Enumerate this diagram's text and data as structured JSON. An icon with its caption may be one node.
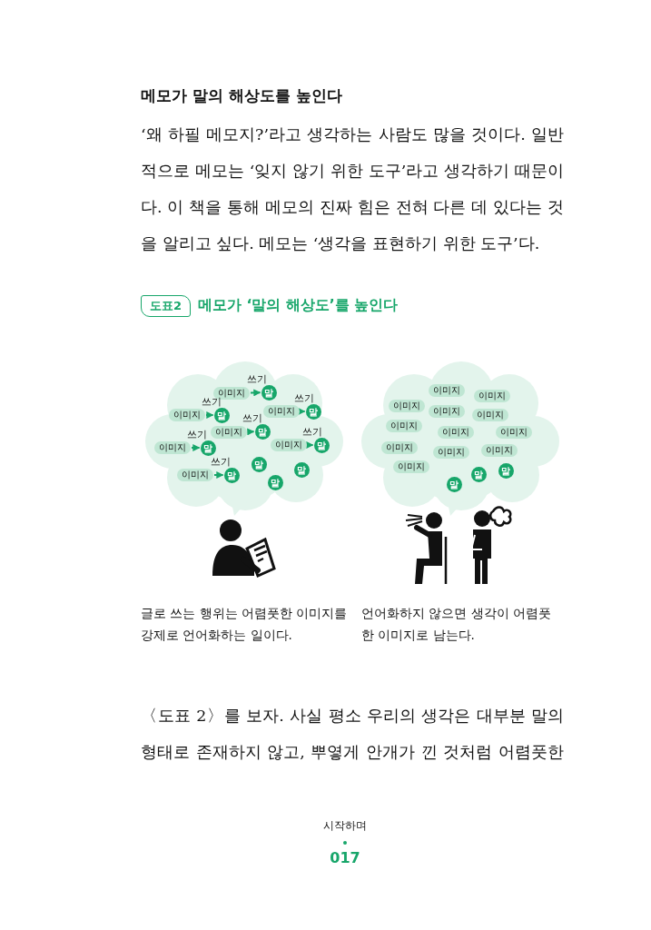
{
  "diagram": {
    "title": "메모가 말의 해상도를 높인다",
    "nodes": [
      {
        "text": [],
        "shape": "cloud"
      },
      {
        "text": [
          "이미지"
        ],
        "in": 0
      },
      {
        "text": [
          "말"
        ],
        "in": 0
      },
      {
        "text": [
          "이미지"
        ],
        "in": 0
      },
      {
        "text": [
          "말"
        ],
        "in": 0
      },
      {
        "text": [
          "이미지"
        ],
        "in": 0
      },
      {
        "text": [
          "말"
        ],
        "in": 0
      },
      {
        "text": [
          "이미지"
        ],
        "in": 0
      },
      {
        "text": [
          "말"
        ],
        "in": 0
      },
      {
        "text": [
          "이미지"
        ],
        "in": 0
      },
      {
        "text": [
          "말"
        ],
        "in": 0
      },
      {
        "text": [
          "이미지"
        ],
        "in": 0
      },
      {
        "text": [
          "말"
        ],
        "in": 0
      },
      {
        "text": [
          "이미지"
        ],
        "in": 0
      },
      {
        "text": [
          "말"
        ],
        "in": 0
      },
      {
        "text": [
          "말"
        ],
        "in": 0
      },
      {
        "text": [
          "말"
        ],
        "in": 0
      },
      {
        "text": [
          "말"
        ],
        "in": 0
      },
      {
        "text": [],
        "shape": "cloud"
      },
      {
        "text": [
          "이미지"
        ],
        "in": 18
      },
      {
        "text": [
          "이미지"
        ],
        "in": 18
      },
      {
        "text": [
          "이미지"
        ],
        "in": 18
      },
      {
        "text": [
          "이미지"
        ],
        "in": 18
      },
      {
        "text": [
          "이미지"
        ],
        "in": 18
      },
      {
        "text": [
          "이미지"
        ],
        "in": 18
      },
      {
        "text": [
          "이미지"
        ],
        "in": 18
      },
      {
        "text": [
          "이미지"
        ],
        "in": 18
      },
      {
        "text": [
          "이미지"
        ],
        "in": 18
      },
      {
        "text": [
          "이미지"
        ],
        "in": 18
      },
      {
        "text": [
          "이미지"
        ],
        "in": 18
      },
      {
        "text": [
          "이미지"
        ],
        "in": 18
      },
      {
        "text": [
          "말"
        ],
        "in": 18
      },
      {
        "text": [
          "말"
        ],
        "in": 18
      },
      {
        "text": [
          "말"
        ],
        "in": 18
      }
    ],
    "edges": [
      {
        "from": 1,
        "to": 2,
        "arrow": "to",
        "label": "쓰기"
      },
      {
        "from": 3,
        "to": 4,
        "arrow": "to",
        "label": "쓰기"
      },
      {
        "from": 5,
        "to": 6,
        "arrow": "to",
        "label": "쓰기"
      },
      {
        "from": 7,
        "to": 8,
        "arrow": "to",
        "label": "쓰기"
      },
      {
        "from": 9,
        "to": 10,
        "arrow": "to",
        "label": "쓰기"
      },
      {
        "from": 11,
        "to": 12,
        "arrow": "to",
        "label": "쓰기"
      },
      {
        "from": 13,
        "to": 14,
        "arrow": "to",
        "label": "쓰기"
      }
    ],
    "labels": [
      "‘왜 하필 메모지?’라고 생각하는 사람도 많을 것이다. 일반적으로 메모는 ‘잊지 않기 위한 도구’라고 생각하기 때문이다. 이 책을 통해 메모의 진짜 힘은 전혀 다른 데 있다는 것을 알리고 싶다. 메모는 ‘생각을 표현하기 위한 도구’다.",
      "도표2",
      "메모가 ‘말의 해상도’를 높인다",
      "글로 쓰는 행위는 어렴풋한 이미지를 강제로 언어화하는 일이다.",
      "언어화하지 않으면 생각이 어렴풋한 이미지로 남는다.",
      "〈도표 2〉를 보자. 사실 평소 우리의 생각은 대부분 말의 형태로 존재하지 않고, 뿌옇게 안개가 낀 것처럼 어렴풋한",
      "시작하며",
      "017"
    ]
  }
}
